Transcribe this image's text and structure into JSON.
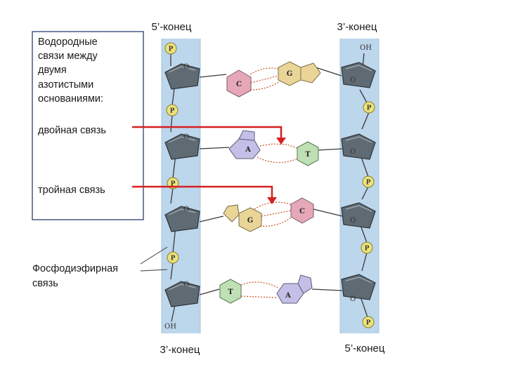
{
  "strand_labels": {
    "top_left": "5’-конец",
    "top_right": "3’-конец",
    "bottom_left": "3’-конец",
    "bottom_right": "5’-конец"
  },
  "legend": {
    "title_lines": [
      "Водородные",
      "связи между",
      "двумя",
      "азотистыми",
      "основаниями:"
    ],
    "double_bond": "двойная связь",
    "triple_bond": "тройная связь"
  },
  "phosphodiester_lines": [
    "Фосфодиэфирная",
    "связь"
  ],
  "phosphate_symbol": "P",
  "sugar_oxygen": "O",
  "hydroxyl": "OH",
  "base_pairs": [
    {
      "left": "C",
      "right": "G"
    },
    {
      "left": "A",
      "right": "T"
    },
    {
      "left": "G",
      "right": "C"
    },
    {
      "left": "T",
      "right": "A"
    }
  ],
  "colors": {
    "backbone": "#bcd6ec",
    "sugar": "#5f6a72",
    "phosphate": "#ece27a",
    "C": "#e6a8b8",
    "G": "#e9d597",
    "A": "#c3bfe6",
    "T": "#bfe0b4",
    "arrow": "#d62020",
    "hbond": "#c8552a"
  }
}
